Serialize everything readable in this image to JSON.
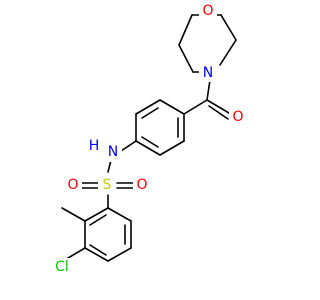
{
  "atoms": {
    "O_morpholine": "O",
    "N_morpholine": "N",
    "O_carbonyl": "O",
    "NH": "H",
    "N_amide": "N",
    "S": "S",
    "O_sulfonyl_left": "O",
    "O_sulfonyl_right": "O",
    "Cl": "Cl"
  },
  "colors": {
    "bond": "#000000",
    "O": "#ff0000",
    "N": "#0000ff",
    "S": "#cccc00",
    "Cl": "#00cc00"
  }
}
